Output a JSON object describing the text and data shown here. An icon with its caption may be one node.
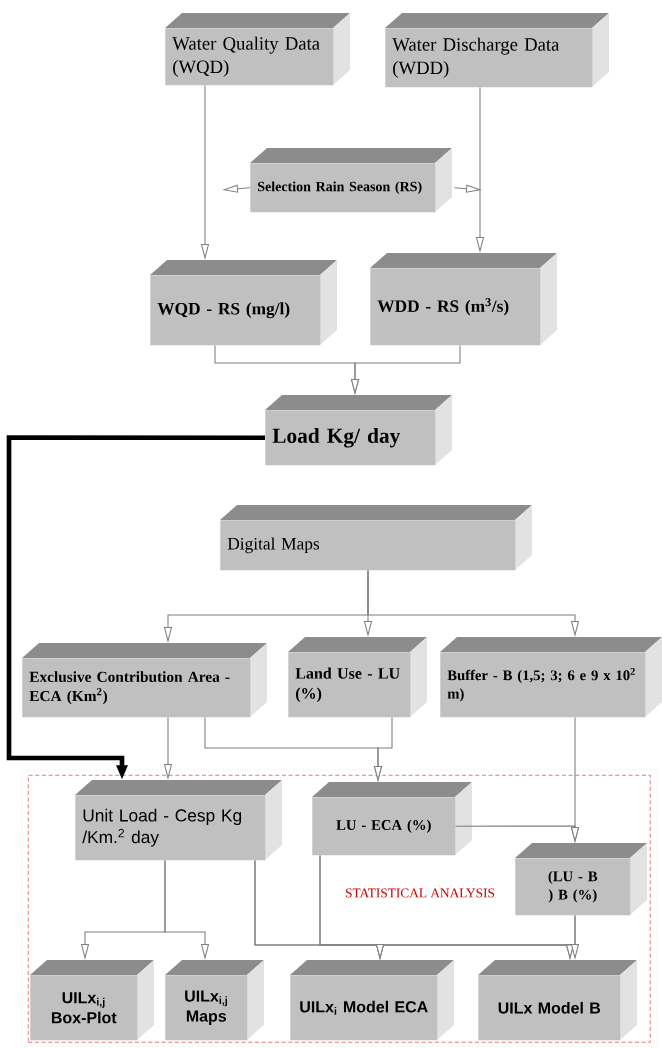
{
  "diagram": {
    "nodes": [
      {
        "text": [
          "Water Quality Data (WQD)"
        ]
      },
      {
        "text": [
          "Water Discharge Data (WDD)"
        ]
      },
      {
        "text": [
          "Selection Rain Season (RS)"
        ]
      },
      {
        "text": [
          "WQD - RS (mg/l)"
        ]
      },
      {
        "text": [
          "WDD - RS (m$^{3}$/s)"
        ]
      },
      {
        "text": [
          "Load Kg/ day"
        ]
      },
      {
        "text": [
          "Digital Maps"
        ]
      },
      {
        "text": [
          "Exclusive Contribution Area - ECA (Km$^{2}$)"
        ]
      },
      {
        "text": [
          "Land Use - LU (%)"
        ]
      },
      {
        "text": [
          "Buffer - B (1,5; 3; 6 e 9 x 10$^{2}$ m)"
        ]
      },
      {
        "text": [
          "STATISTICAL ANALYSIS"
        ]
      },
      {
        "text": [
          "Unit Load - Cesp Kg /Km.$^{2}$ day"
        ],
        "in": 10
      },
      {
        "text": [
          "LU - ECA (%)"
        ],
        "in": 10
      },
      {
        "text": [
          "(LU - B ) B (%)"
        ],
        "in": 10
      },
      {
        "text": [
          "UILx$_{i,j}$",
          "Box-Plot"
        ],
        "in": 10
      },
      {
        "text": [
          "UILx$_{i,j}$",
          "Maps"
        ],
        "in": 10
      },
      {
        "text": [
          "UILx$_{i}$ Model ECA"
        ],
        "in": 10
      },
      {
        "text": [
          "UILx Model B"
        ],
        "in": 10
      }
    ],
    "edges": [
      {
        "from": 0,
        "to": 3,
        "arrow": "to"
      },
      {
        "from": 1,
        "to": 4,
        "arrow": "to"
      },
      {
        "from": 2,
        "to": null,
        "arrow": "to"
      },
      {
        "from": 2,
        "to": null,
        "arrow": "to"
      },
      {
        "from": 3,
        "to": 5,
        "arrow": "to"
      },
      {
        "from": 4,
        "to": 5,
        "arrow": "to"
      },
      {
        "from": 5,
        "to": 11,
        "arrow": "to",
        "style": "thick",
        "color": "#000000"
      },
      {
        "from": 6,
        "to": 7,
        "arrow": "to"
      },
      {
        "from": 6,
        "to": 8,
        "arrow": "to"
      },
      {
        "from": 6,
        "to": 9,
        "arrow": "to"
      },
      {
        "from": 7,
        "to": 11,
        "arrow": "to"
      },
      {
        "from": 7,
        "to": 12,
        "arrow": "to"
      },
      {
        "from": 8,
        "to": 12,
        "arrow": "to"
      },
      {
        "from": 9,
        "to": 13,
        "arrow": "to"
      },
      {
        "from": 12,
        "to": 13,
        "arrow": "to"
      },
      {
        "from": 11,
        "to": 14,
        "arrow": "to"
      },
      {
        "from": 11,
        "to": 15,
        "arrow": "to"
      },
      {
        "from": 11,
        "to": 16,
        "arrow": "to"
      },
      {
        "from": 11,
        "to": 17,
        "arrow": "to"
      },
      {
        "from": 12,
        "to": 16,
        "arrow": "to"
      },
      {
        "from": 12,
        "to": 17,
        "arrow": "to"
      },
      {
        "from": 13,
        "to": 16,
        "arrow": "to"
      },
      {
        "from": 13,
        "to": 17,
        "arrow": "to"
      }
    ]
  }
}
